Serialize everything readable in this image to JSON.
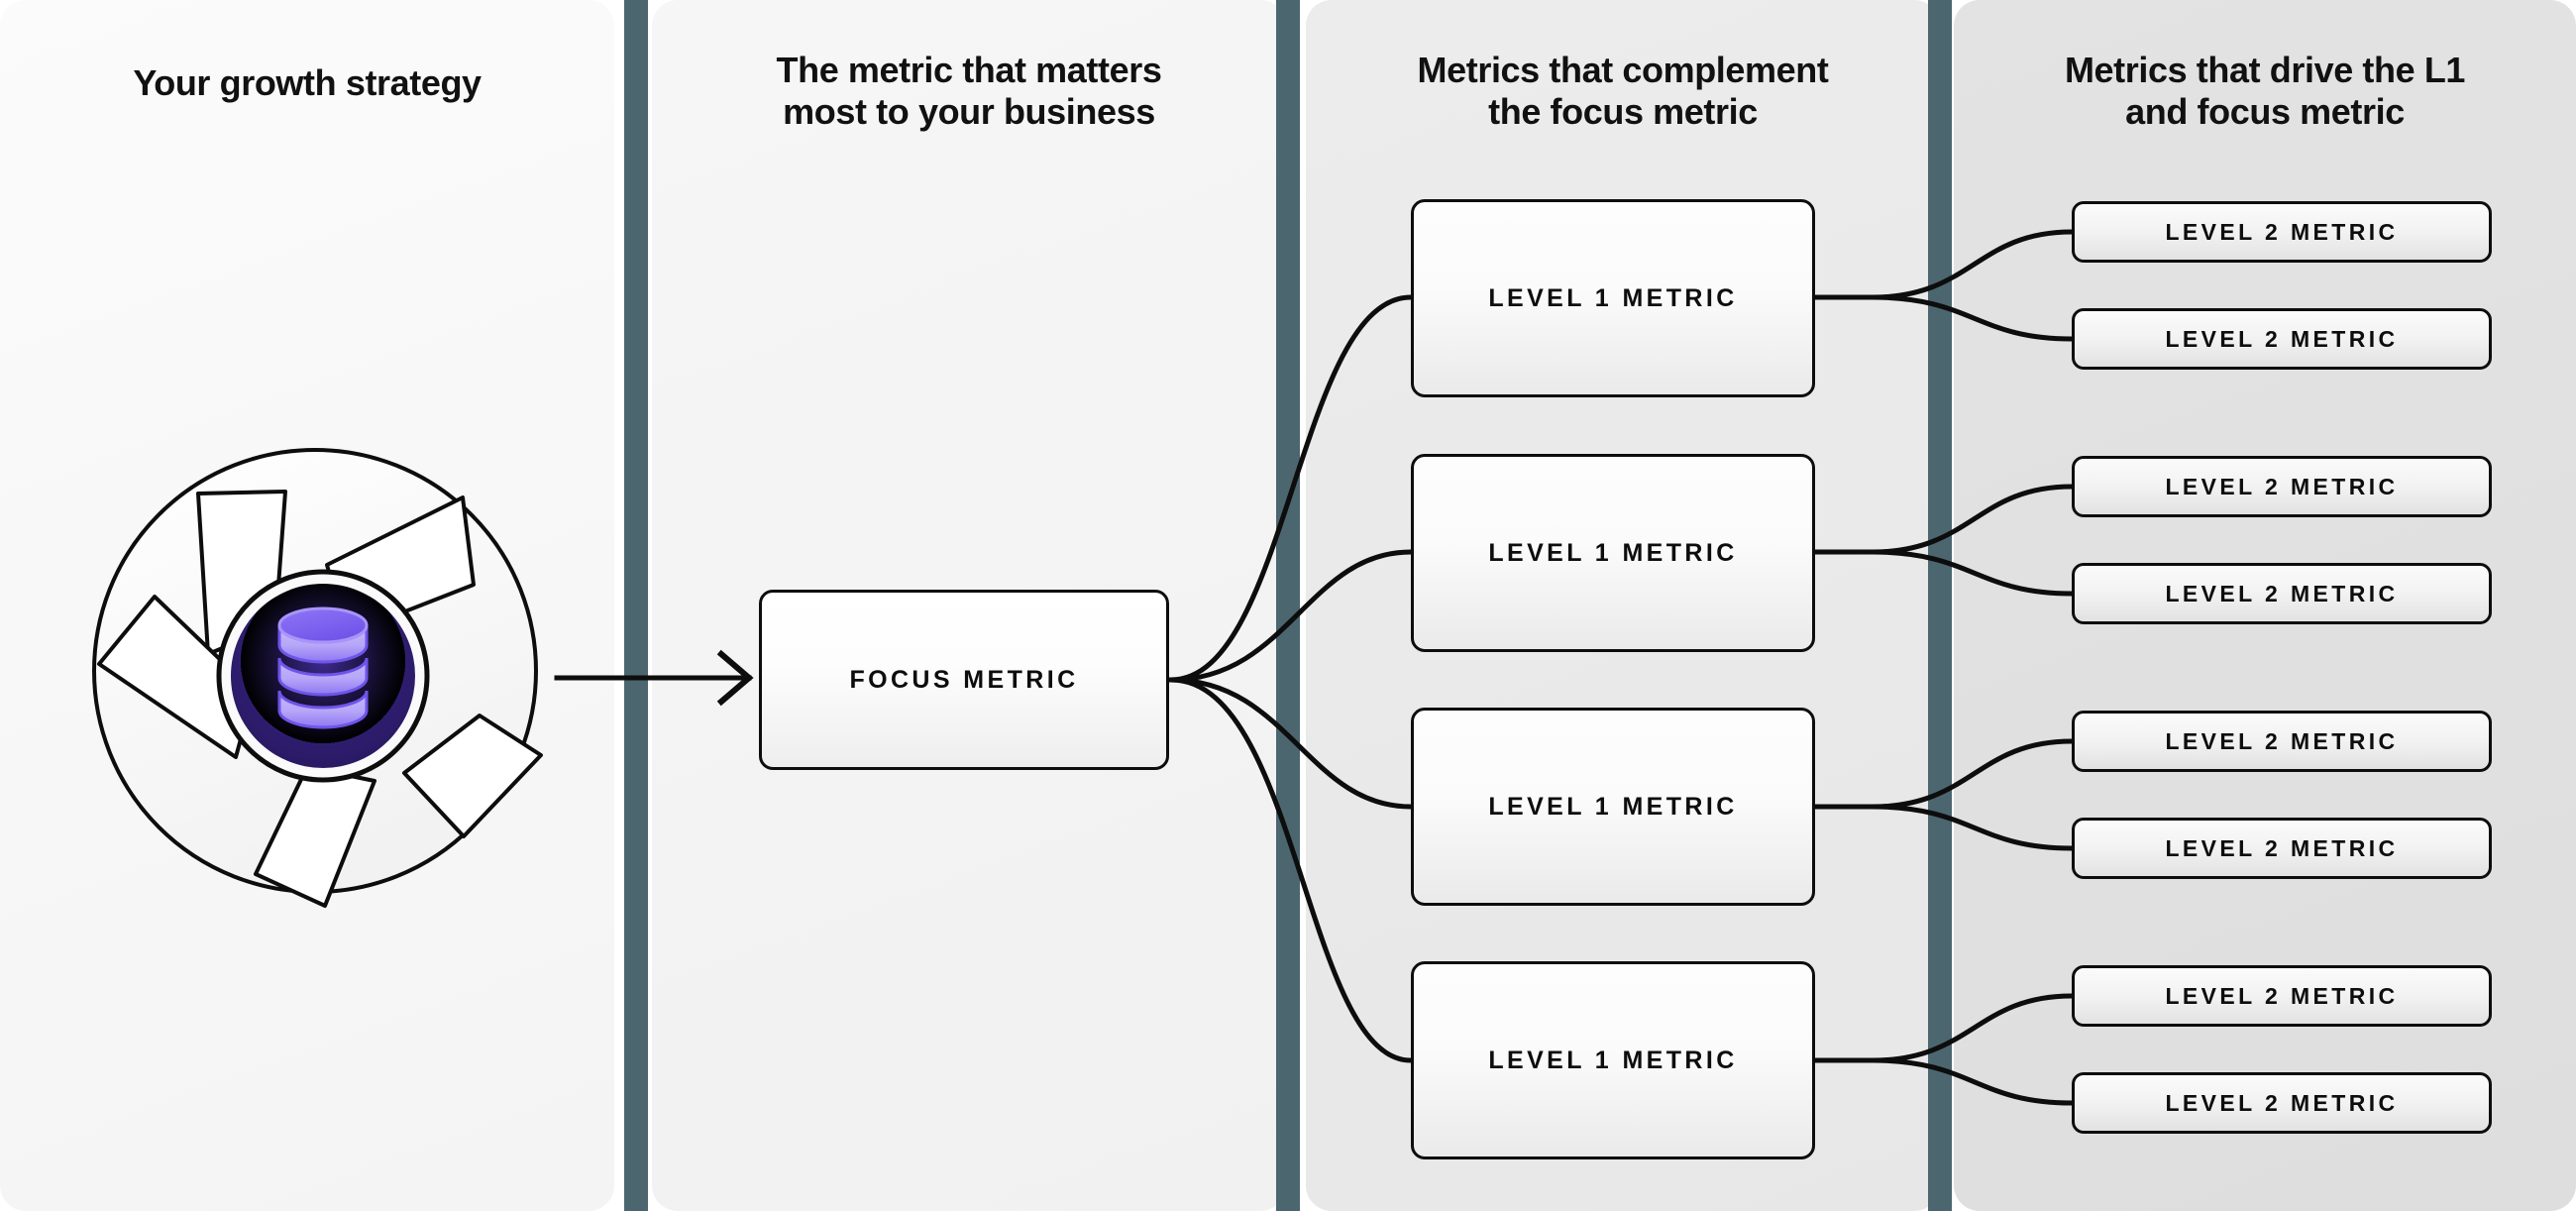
{
  "diagram": {
    "title": "Metric tree / growth strategy framework",
    "accent_teal": "#4c6670",
    "core_purple_dark": "#2d1b69",
    "core_purple_light": "#b3a4f7",
    "line_color": "#0d0d0d"
  },
  "columns": [
    {
      "id": "strategy",
      "heading": "Your growth strategy"
    },
    {
      "id": "focus",
      "heading": "The metric that matters\nmost to your business"
    },
    {
      "id": "complement",
      "heading": "Metrics that complement\nthe focus metric"
    },
    {
      "id": "drivers",
      "heading": "Metrics that drive the L1\nand focus metric"
    }
  ],
  "strategy_graphic": {
    "icon_name": "database-stack-icon",
    "outer_shape_name": "pinwheel-aperture-ring",
    "disc_count": 3
  },
  "focus_node": {
    "label": "FOCUS METRIC"
  },
  "level1_nodes": [
    {
      "label": "LEVEL 1 METRIC"
    },
    {
      "label": "LEVEL 1 METRIC"
    },
    {
      "label": "LEVEL 1 METRIC"
    },
    {
      "label": "LEVEL 1 METRIC"
    }
  ],
  "level2_nodes": [
    {
      "label": "LEVEL 2 METRIC"
    },
    {
      "label": "LEVEL 2 METRIC"
    },
    {
      "label": "LEVEL 2 METRIC"
    },
    {
      "label": "LEVEL 2 METRIC"
    },
    {
      "label": "LEVEL 2 METRIC"
    },
    {
      "label": "LEVEL 2 METRIC"
    },
    {
      "label": "LEVEL 2 METRIC"
    },
    {
      "label": "LEVEL 2 METRIC"
    }
  ]
}
